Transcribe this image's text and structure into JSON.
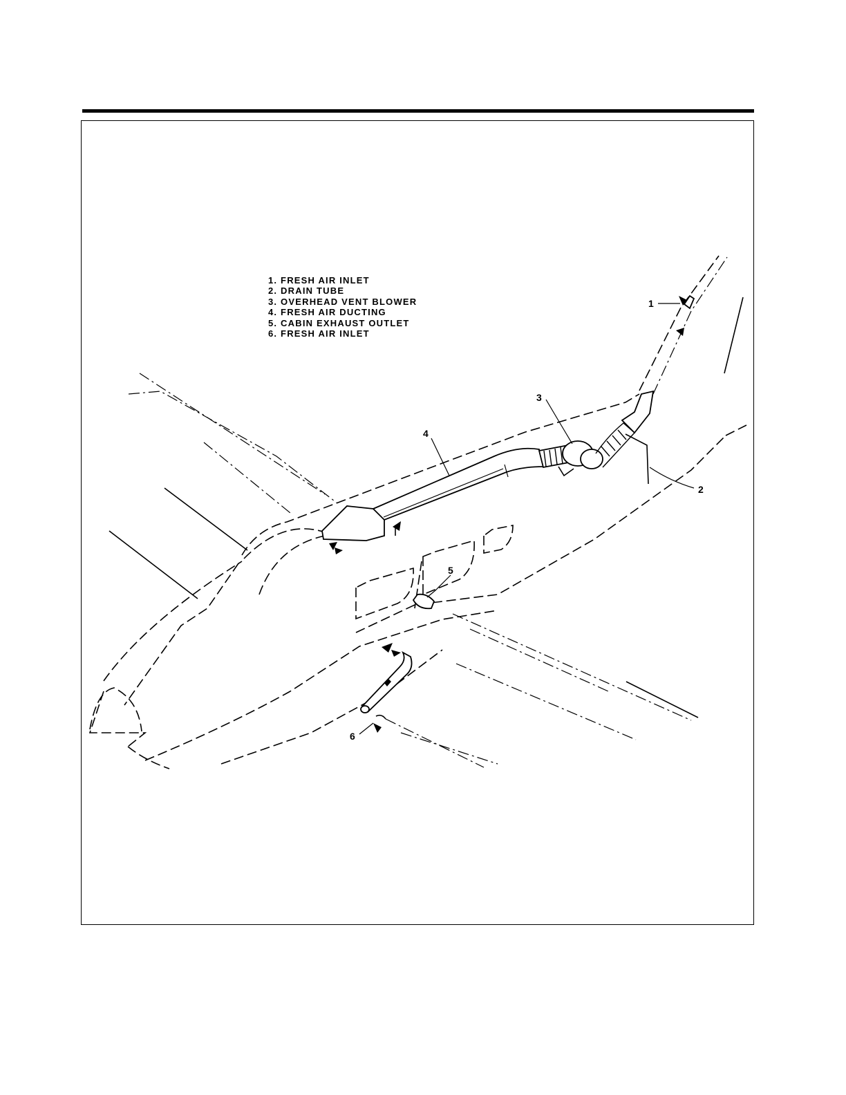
{
  "legend": {
    "items": [
      "1. FRESH AIR INLET",
      "2. DRAIN TUBE",
      "3. OVERHEAD VENT BLOWER",
      "4. FRESH AIR DUCTING",
      "5. CABIN EXHAUST OUTLET",
      "6. FRESH AIR INLET"
    ]
  },
  "callouts": {
    "c1": "1",
    "c2": "2",
    "c3": "3",
    "c4": "4",
    "c5": "5",
    "c6": "6"
  },
  "colors": {
    "ink": "#000000",
    "paper": "#ffffff"
  }
}
